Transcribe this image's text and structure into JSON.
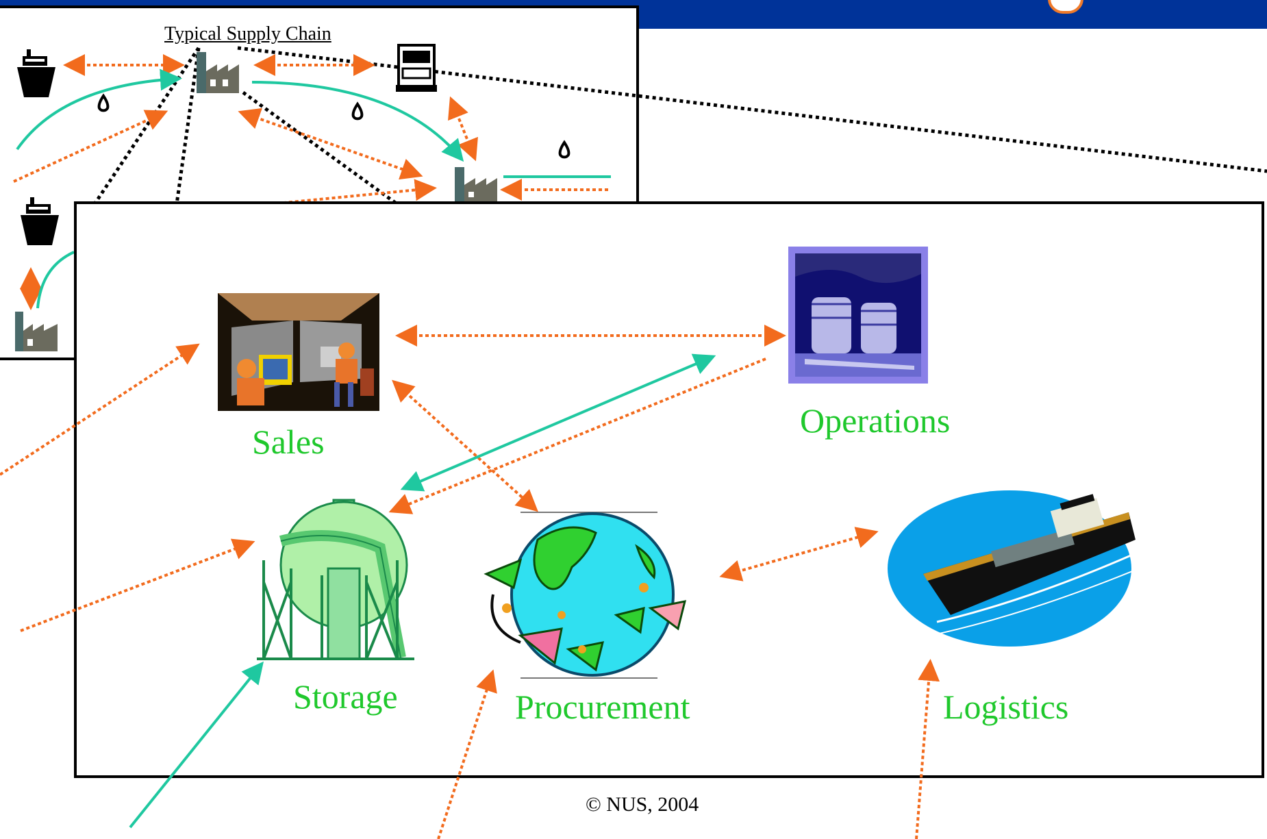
{
  "inset": {
    "title": "Typical Supply Chain"
  },
  "functions": {
    "sales": "Sales",
    "operations": "Operations",
    "storage": "Storage",
    "procurement": "Procurement",
    "logistics": "Logistics"
  },
  "footer": {
    "copyright": "© NUS, 2004"
  },
  "colors": {
    "header_band": "#003399",
    "label_green": "#1fc82c",
    "material_flow": "#1fc8a0",
    "information_flow": "#f26b1d",
    "link": "#000000"
  },
  "icons": [
    "ship-icon",
    "factory-icon",
    "truck-icon",
    "oil-drop-icon",
    "office-workers-icon",
    "refinery-tanks-icon",
    "spherical-tank-icon",
    "globe-icon",
    "cargo-ship-icon"
  ]
}
